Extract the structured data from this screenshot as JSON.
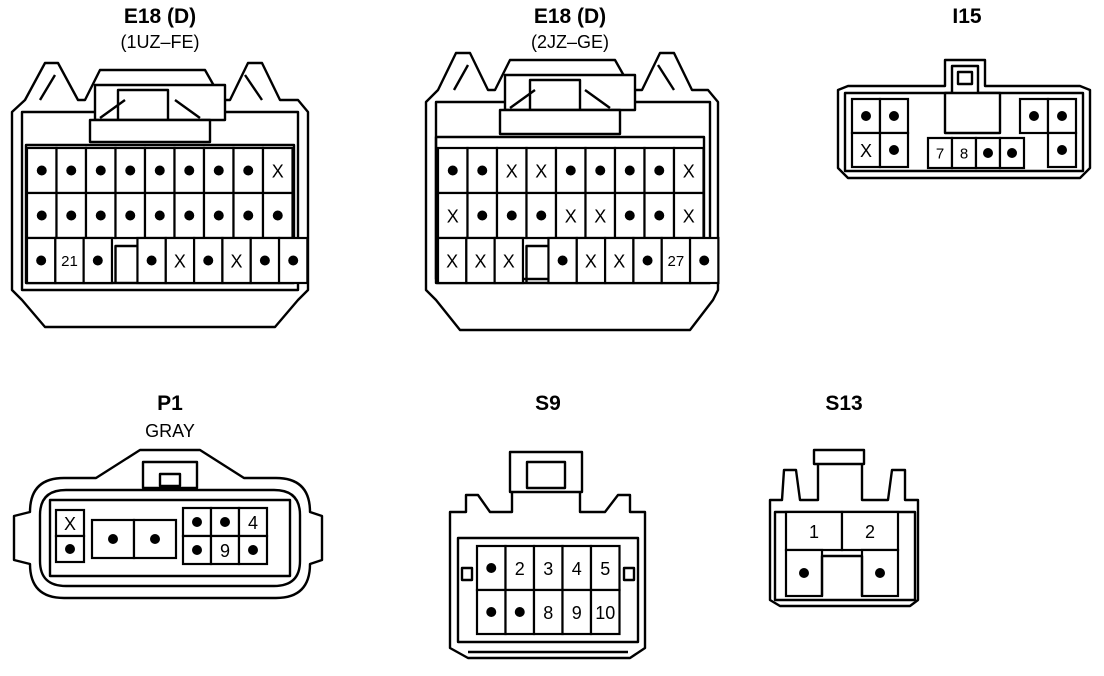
{
  "connectors": {
    "e18_1uz": {
      "name": "E18 (D)",
      "subtitle": "(1UZ–FE)",
      "rows": [
        [
          "•",
          "•",
          "•",
          "•",
          "•",
          "•",
          "•",
          "•",
          "X"
        ],
        [
          "•",
          "•",
          "•",
          "•",
          "•",
          "•",
          "•",
          "•",
          "•"
        ],
        [
          "•",
          "21",
          "•",
          "",
          "•",
          "X",
          "•",
          "X",
          "•",
          "•"
        ]
      ]
    },
    "e18_2jz": {
      "name": "E18 (D)",
      "subtitle": "(2JZ–GE)",
      "rows": [
        [
          "•",
          "•",
          "X",
          "X",
          "•",
          "•",
          "•",
          "•",
          "X"
        ],
        [
          "X",
          "•",
          "•",
          "•",
          "X",
          "X",
          "•",
          "•",
          "X"
        ],
        [
          "X",
          "X",
          "X",
          "",
          "•",
          "X",
          "X",
          "•",
          "27",
          "•"
        ]
      ]
    },
    "i15": {
      "name": "I15",
      "left_rows": [
        [
          "•",
          "•"
        ],
        [
          "X",
          "•"
        ]
      ],
      "middle_row": [
        "7",
        "8",
        "•",
        "•"
      ],
      "right_rows": [
        [
          "•",
          "•"
        ],
        [
          "•"
        ]
      ]
    },
    "p1": {
      "name": "P1",
      "subtitle": "GRAY",
      "left_col": [
        "X",
        "•"
      ],
      "middle": [
        "•",
        "•"
      ],
      "right_rows": [
        [
          "•",
          "•",
          "4"
        ],
        [
          "•",
          "9",
          "•"
        ]
      ]
    },
    "s9": {
      "name": "S9",
      "rows": [
        [
          "•",
          "2",
          "3",
          "4",
          "5"
        ],
        [
          "•",
          "•",
          "8",
          "9",
          "10"
        ]
      ]
    },
    "s13": {
      "name": "S13",
      "top": [
        "1",
        "2"
      ],
      "bottom": [
        "•",
        "•"
      ]
    }
  }
}
